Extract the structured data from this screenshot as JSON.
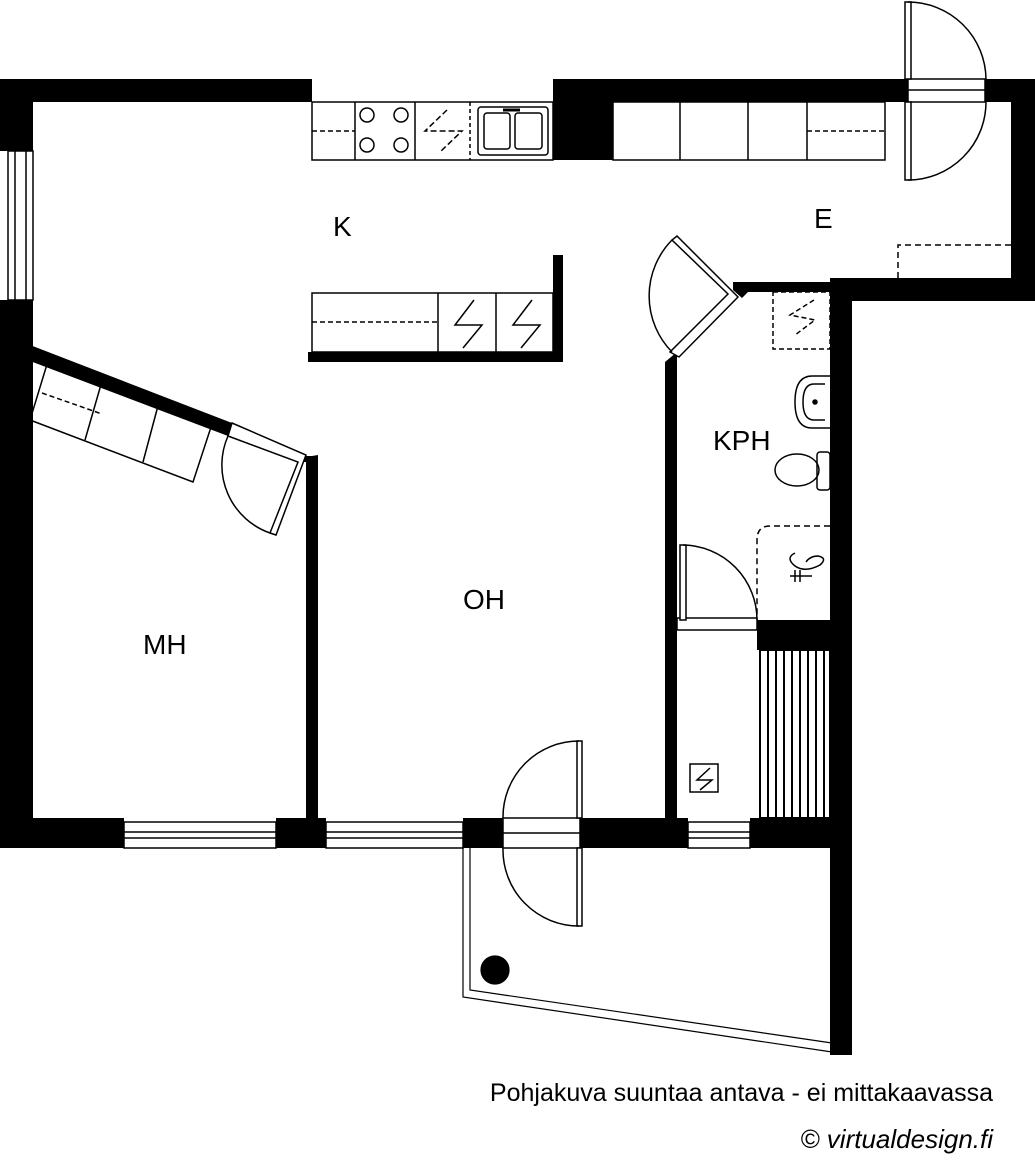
{
  "rooms": {
    "kitchen": "K",
    "entrance": "E",
    "bathroom": "KPH",
    "living_room": "OH",
    "bedroom": "MH"
  },
  "footer": {
    "note": "Pohjakuva suuntaa antava - ei mittakaavassa",
    "copyright": "© virtualdesign.fi"
  },
  "colors": {
    "wall": "#000000",
    "background": "#ffffff"
  }
}
